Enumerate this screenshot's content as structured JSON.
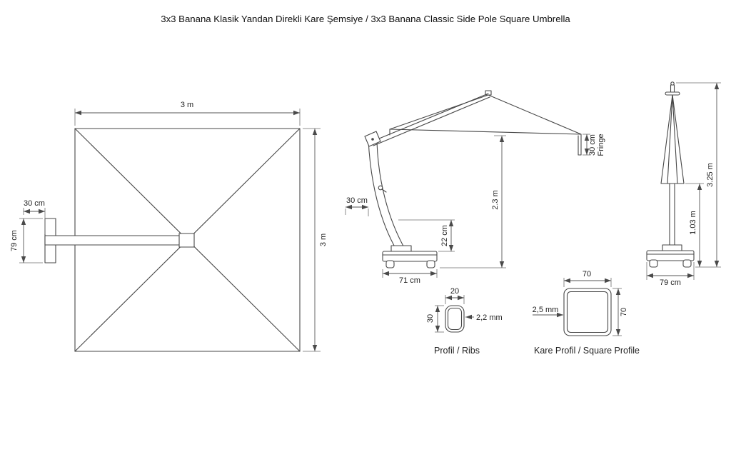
{
  "title": "3x3 Banana Klasik Yandan Direkli Kare Şemsiye / 3x3 Banana Classic Side Pole Square Umbrella",
  "top_view": {
    "width": "3 m",
    "depth": "3 m",
    "pole_offset": "30 cm",
    "base_length": "79 cm"
  },
  "side_view": {
    "pole_offset": "30 cm",
    "fringe_height": "30 cm",
    "fringe_label": "Fringe",
    "clearance_height": "2.3 m",
    "base_height": "22 cm",
    "base_width": "71 cm"
  },
  "closed_view": {
    "total_height": "3.25 m",
    "pole_height": "1.03 m",
    "base_width": "79 cm"
  },
  "rib_profile": {
    "width": "20",
    "height": "30",
    "wall_thickness": "2,2 mm",
    "label": "Profil / Ribs"
  },
  "square_profile": {
    "width": "70",
    "height": "70",
    "wall_thickness": "2,5 mm",
    "label": "Kare Profil / Square Profile"
  },
  "colors": {
    "line": "#474747",
    "dimension": "#565656",
    "text": "#1f1f1f",
    "background": "#ffffff"
  }
}
